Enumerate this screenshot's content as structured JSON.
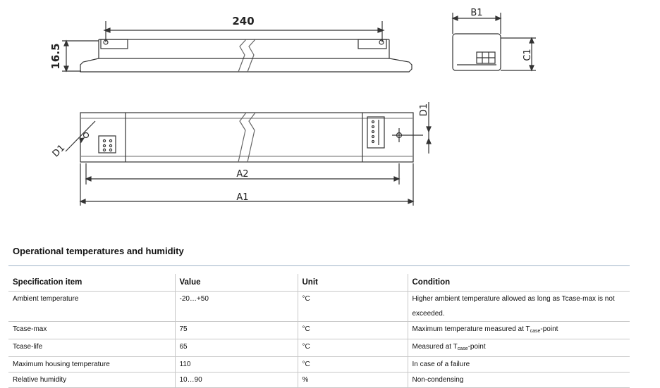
{
  "drawing": {
    "dim_length": "240",
    "dim_height": "16.5",
    "dim_b1": "B1",
    "dim_c1": "C1",
    "dim_d1_right": "D1",
    "dim_d1_left": "D1",
    "dim_a2": "A2",
    "dim_a1": "A1"
  },
  "section_title": "Operational temperatures and humidity",
  "table": {
    "headers": [
      "Specification item",
      "Value",
      "Unit",
      "Condition"
    ],
    "rows": [
      {
        "item": "Ambient temperature",
        "value": "-20…+50",
        "unit": "°C",
        "condition": "Higher ambient temperature allowed as long as Tcase-max is not exceeded."
      },
      {
        "item": "Tcase-max",
        "value": "75",
        "unit": "°C",
        "condition_pre": "Maximum temperature measured at T",
        "condition_sub": "case",
        "condition_post": "-point"
      },
      {
        "item": "Tcase-life",
        "value": "65",
        "unit": "°C",
        "condition_pre": "Measured at T",
        "condition_sub": "case",
        "condition_post": "-point"
      },
      {
        "item": "Maximum housing temperature",
        "value": "110",
        "unit": "°C",
        "condition": "In case of a failure"
      },
      {
        "item": "Relative humidity",
        "value": "10…90",
        "unit": "%",
        "condition": "Non-condensing"
      }
    ]
  }
}
